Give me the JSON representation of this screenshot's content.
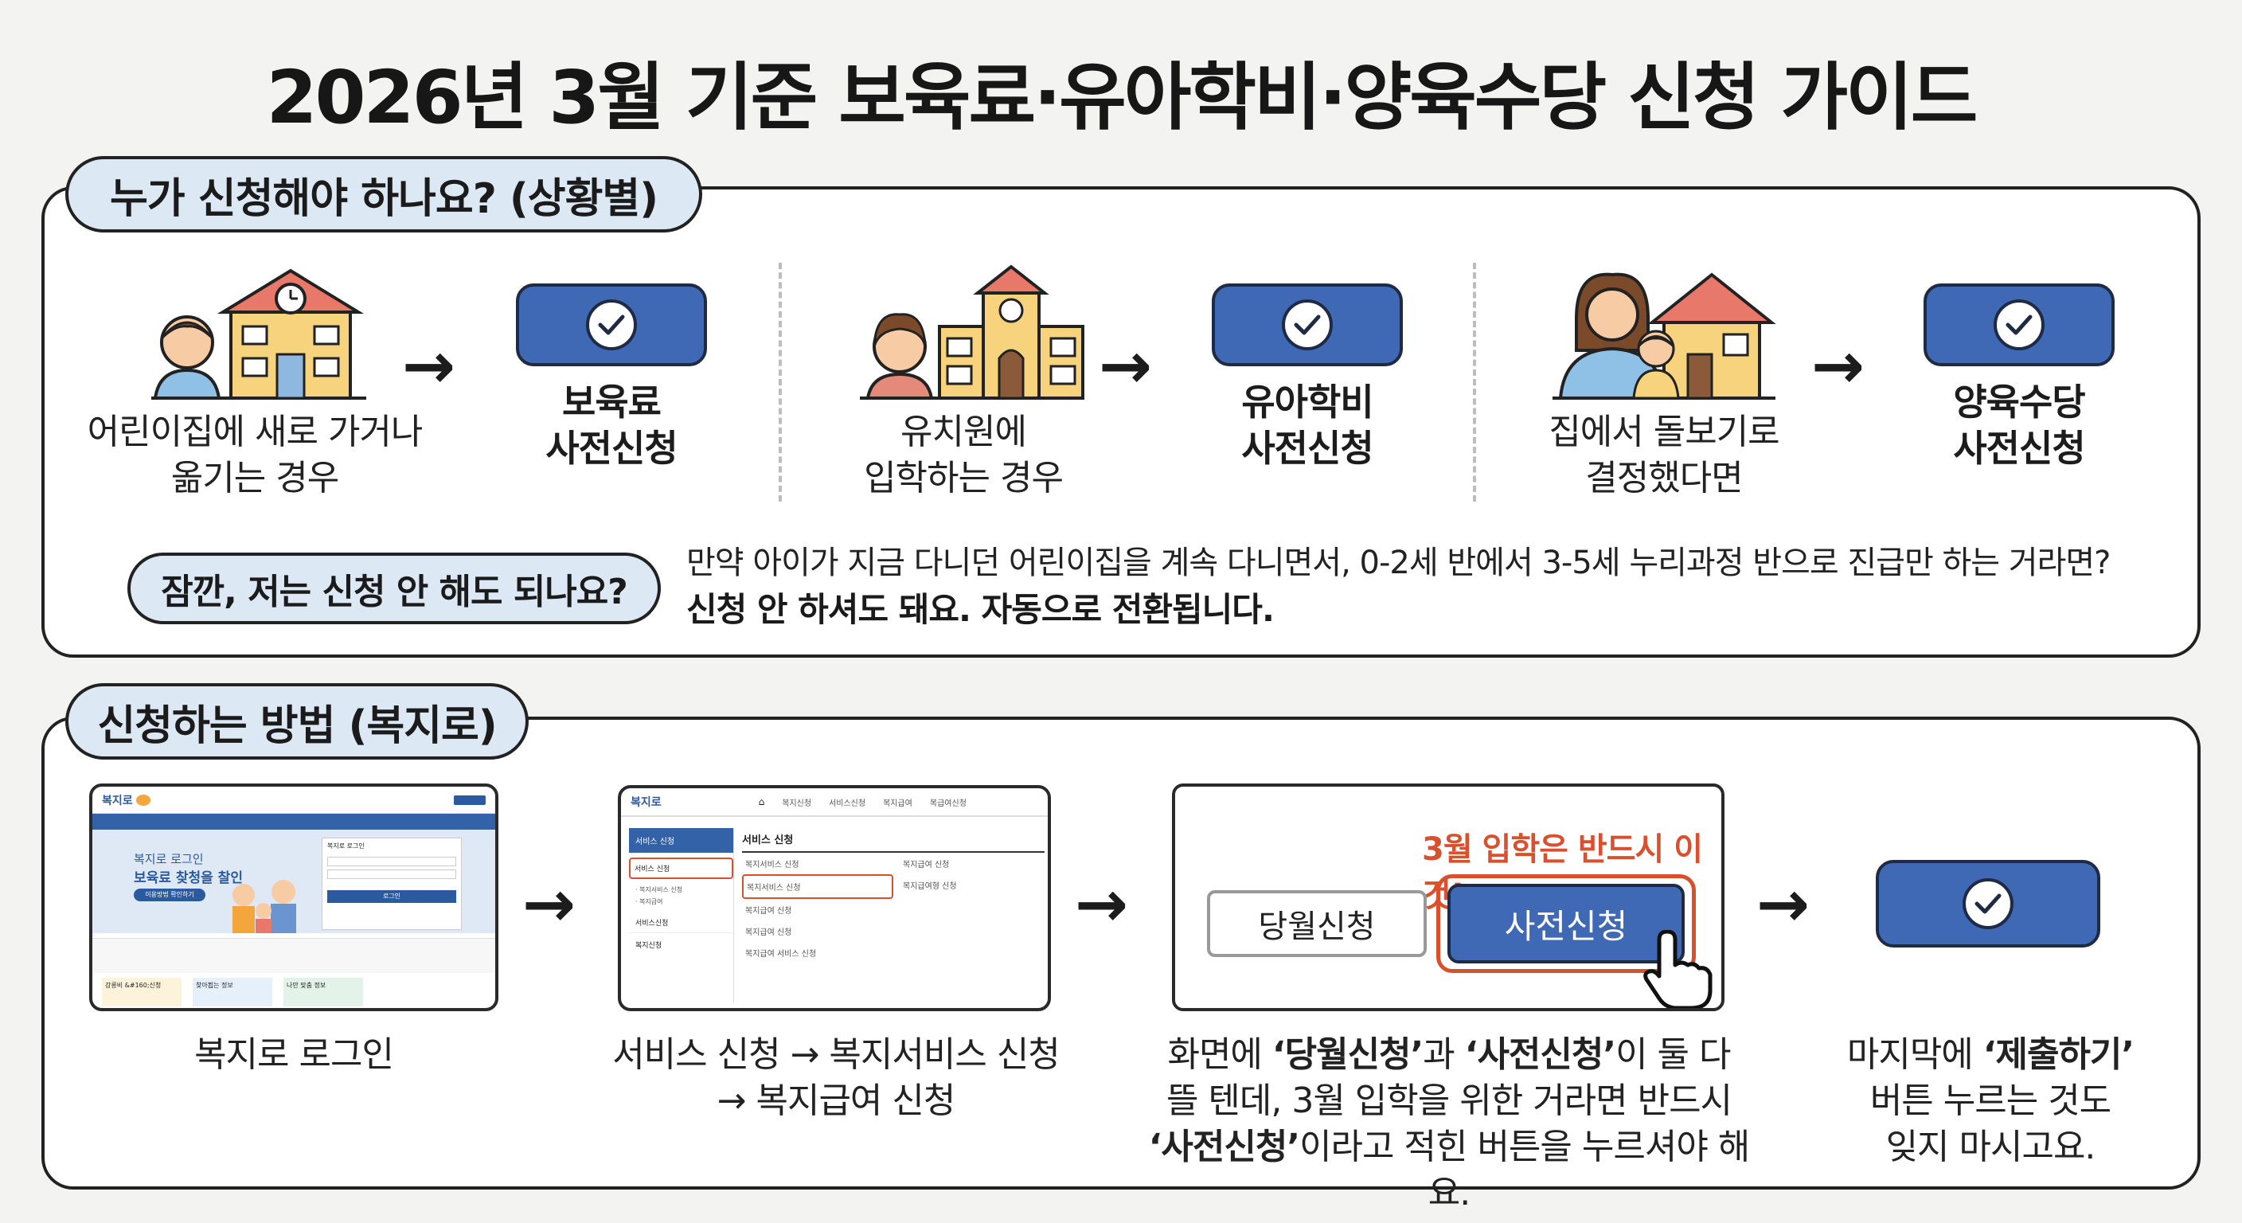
{
  "title": "2026년 3월 기준 보육료·유아학비·양육수당 신청 가이드",
  "section1": {
    "label": "누가 신청해야 하나요? (상황별)",
    "cases": [
      {
        "caption_lines": [
          "어린이집에 새로 가거나",
          "옮기는 경우"
        ],
        "result_lines": [
          "보육료",
          "사전신청"
        ],
        "icon": "daycare-building-icon"
      },
      {
        "caption_lines": [
          "유치원에",
          "입학하는 경우"
        ],
        "result_lines": [
          "유아학비",
          "사전신청"
        ],
        "icon": "kindergarten-building-icon"
      },
      {
        "caption_lines": [
          "집에서 돌보기로",
          "결정했다면"
        ],
        "result_lines": [
          "양육수당",
          "사전신청"
        ],
        "icon": "home-care-icon"
      }
    ],
    "faq_label": "잠깐, 저는 신청 안 해도 되나요?",
    "faq_text": "만약 아이가 지금 다니던 어린이집을 계속 다니면서, 0-2세 반에서 3-5세 누리과정 반으로 진급만 하는 거라면?",
    "faq_answer": "신청 안 하셔도 돼요. 자동으로 전환됩니다."
  },
  "section2": {
    "label": "신청하는 방법 (복지로)",
    "step1": {
      "caption": "복지로 로그인",
      "site": {
        "logo": "복지로",
        "banner_line1": "복지로 로그인",
        "banner_line2": "보육료 찾청을 찰인",
        "banner_button": "이용방법 확인하기",
        "login_title": "복지로 로그인",
        "login_button": "로그인",
        "cards": [
          "강릉비 &#160;신청",
          "찾아뵙는 정보",
          "나만 맞춤 정보"
        ]
      }
    },
    "step2": {
      "caption_lines": [
        "서비스 신청 → 복지서비스 신청",
        "→ 복지급여 신청"
      ],
      "site": {
        "logo": "복지로",
        "nav": [
          "복지신청",
          "서비스신청",
          "복지급여",
          "복급여신청"
        ],
        "side_title": "서비스 신청",
        "side_items": [
          "서비스 신청",
          "· 복지서비스 신청",
          "· 복지급여",
          "서비스신청",
          "복지신청"
        ],
        "content_title": "서비스 신청",
        "content_items": [
          "복지서비스 신청",
          "복지서비스 신청",
          "복지급여 신청",
          "복지급여 신청",
          "복지급여 서비스 신청"
        ],
        "content_right": [
          "복지급여 신청",
          "복지급여형 신청"
        ]
      }
    },
    "step3": {
      "notice": "3월 입학은 반드시 이것!",
      "left_button": "당월신청",
      "right_button": "사전신청",
      "caption_parts": {
        "l1a": "화면에 ",
        "l1b": "‘당월신청’",
        "l1c": "과 ",
        "l1d": "‘사전신청’",
        "l1e": "이 둘 다",
        "l2": "뜰 텐데, 3월 입학을 위한 거라면 반드시",
        "l3a": "‘사전신청’",
        "l3b": "이라고 적힌 버튼을 누르셔야 해요."
      }
    },
    "step4": {
      "caption_parts": {
        "l1a": "마지막에 ",
        "l1b": "‘제출하기’",
        "l2": "버튼 누르는 것도",
        "l3": "잊지 마시고요."
      }
    }
  },
  "colors": {
    "accent_blue": "#3f69b4",
    "pill_bg": "#dce8f4",
    "alert_red": "#d9502f"
  }
}
